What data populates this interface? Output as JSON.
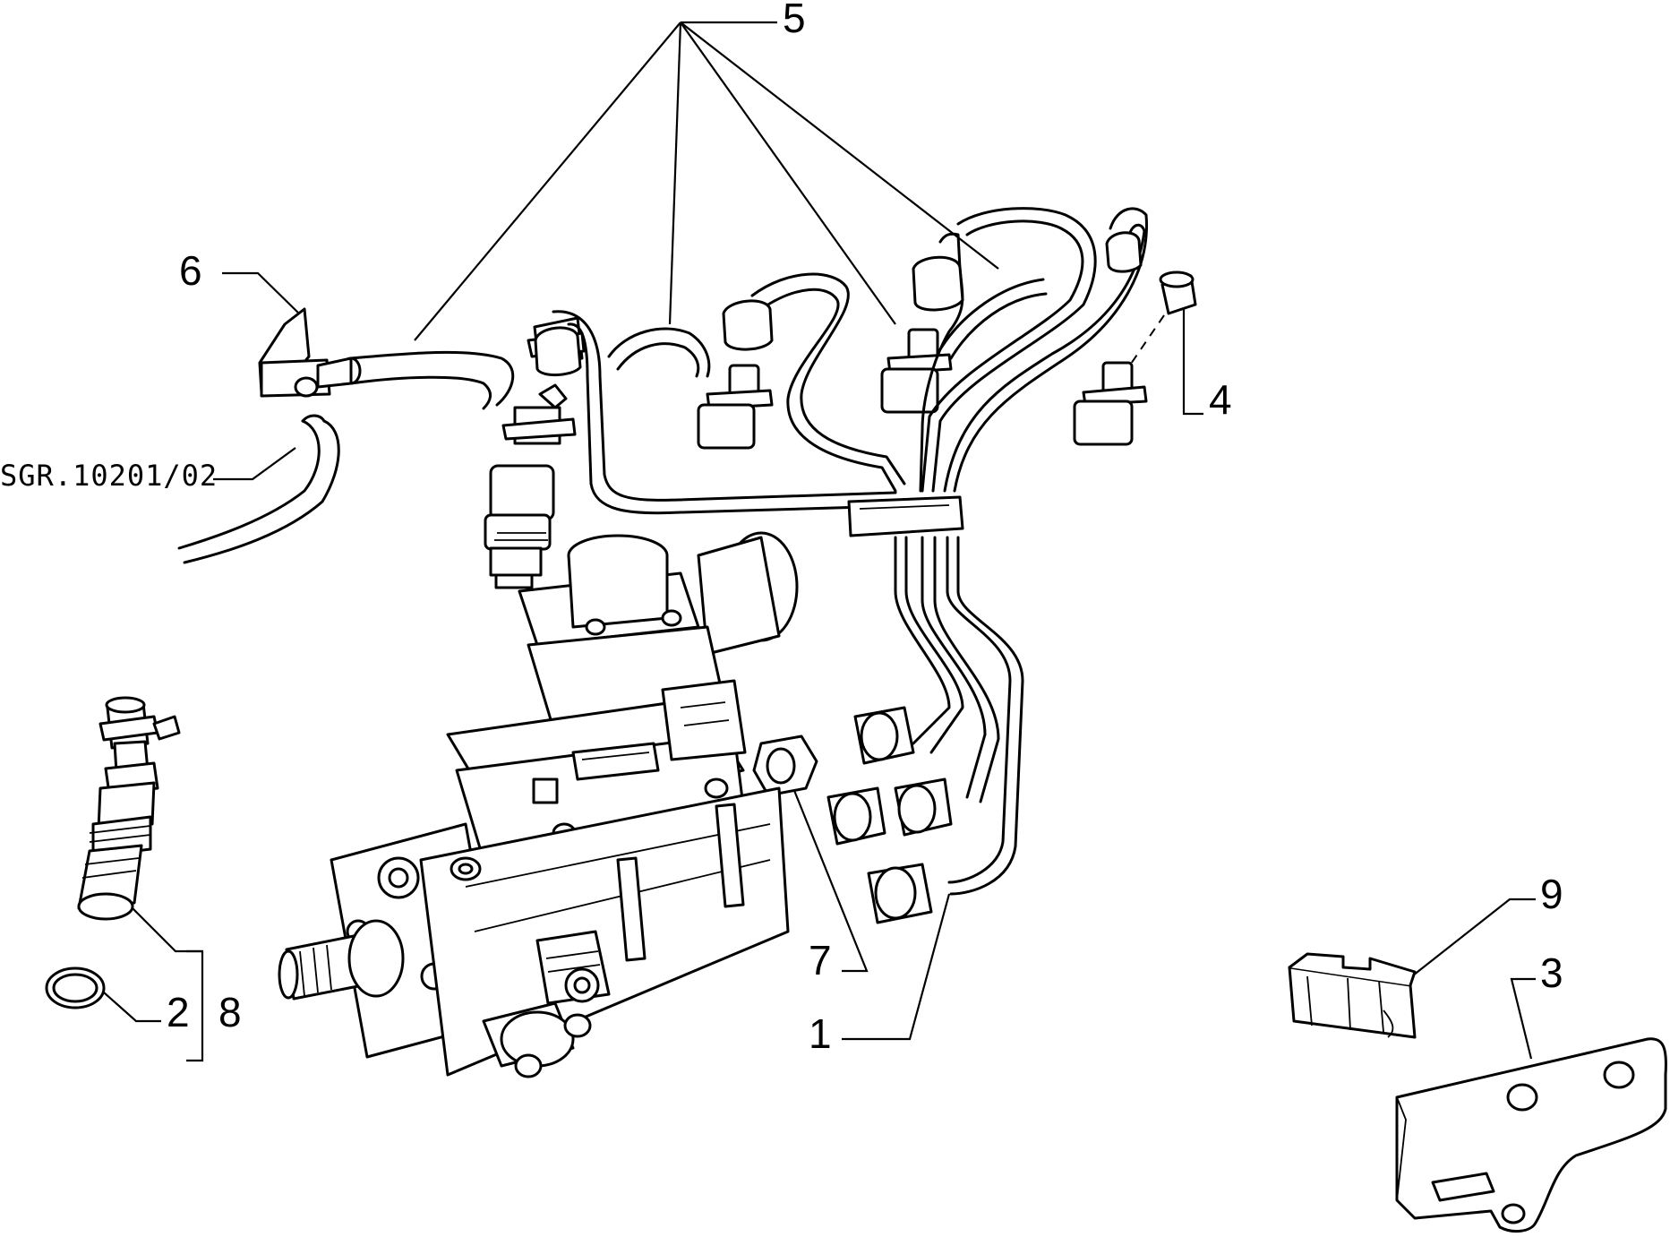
{
  "drawing_code": "SGR.10201/02",
  "callouts": {
    "c1": "1",
    "c2": "2",
    "c3": "3",
    "c4": "4",
    "c5": "5",
    "c6": "6",
    "c7": "7",
    "c8": "8",
    "c9": "9"
  }
}
